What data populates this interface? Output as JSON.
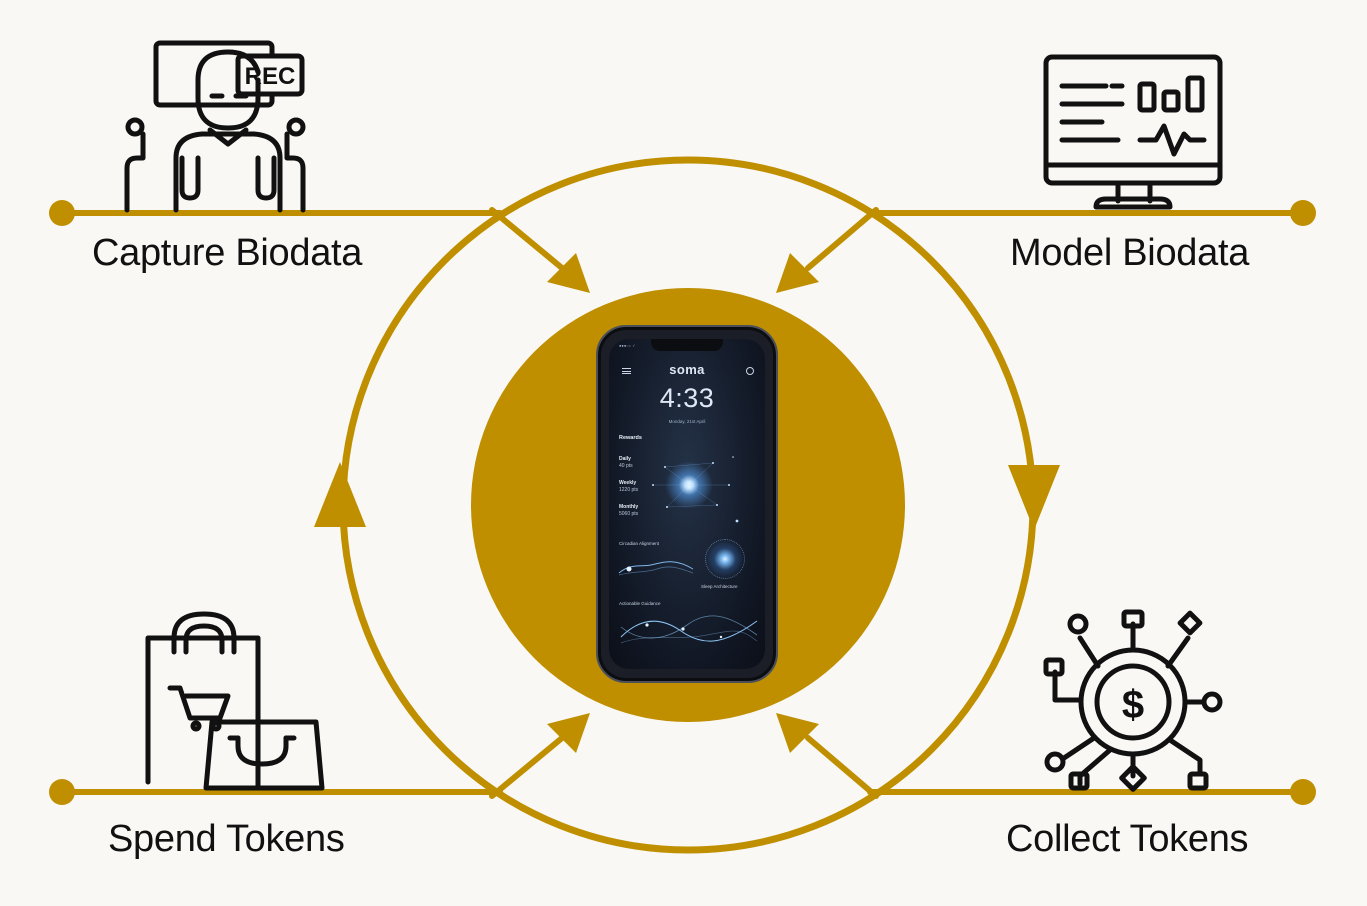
{
  "stages": {
    "capture": "Capture Biodata",
    "model": "Model Biodata",
    "spend": "Spend Tokens",
    "collect": "Collect Tokens"
  },
  "icons": {
    "capture": "person-recording-icon",
    "model": "monitor-analytics-icon",
    "spend": "shopping-bags-icon",
    "collect": "dollar-network-icon"
  },
  "colors": {
    "accent": "#bf8f00",
    "icon": "#111111",
    "background": "#f9f8f5"
  },
  "phone": {
    "app_name": "soma",
    "time": "4:33",
    "date": "Monday, 21st April",
    "rewards_title": "Rewards",
    "rewards": [
      {
        "name": "Daily",
        "points": "40 pts"
      },
      {
        "name": "Weekly",
        "points": "1220 pts"
      },
      {
        "name": "Monthly",
        "points": "5060 pts"
      }
    ],
    "circadian_title": "Circadian Alignment",
    "sleep_title": "Sleep Architecture",
    "guidance_title": "Actionable Guidance"
  }
}
